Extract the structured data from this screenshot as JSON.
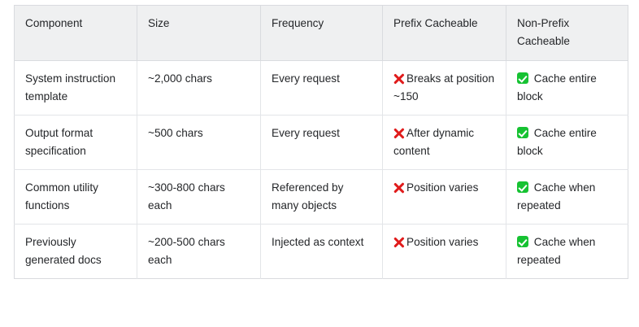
{
  "table": {
    "name": "prompt-caching-component-comparison",
    "columns": [
      "Component",
      "Size",
      "Frequency",
      "Prefix Cacheable",
      "Non-Prefix Cacheable"
    ],
    "rows": [
      {
        "component": "System instruction template",
        "size": "~2,000 chars",
        "frequency": "Every request",
        "prefix_cacheable": {
          "icon": "cross-mark-icon",
          "text": "Breaks at position ~150"
        },
        "non_prefix_cacheable": {
          "icon": "check-mark-button-icon",
          "text": "Cache entire block"
        }
      },
      {
        "component": "Output format specification",
        "size": "~500 chars",
        "frequency": "Every request",
        "prefix_cacheable": {
          "icon": "cross-mark-icon",
          "text": "After dynamic content"
        },
        "non_prefix_cacheable": {
          "icon": "check-mark-button-icon",
          "text": "Cache entire block"
        }
      },
      {
        "component": "Common utility functions",
        "size": "~300-800 chars each",
        "frequency": "Referenced by many objects",
        "prefix_cacheable": {
          "icon": "cross-mark-icon",
          "text": "Position varies"
        },
        "non_prefix_cacheable": {
          "icon": "check-mark-button-icon",
          "text": "Cache when repeated"
        }
      },
      {
        "component": "Previously generated docs",
        "size": "~200-500 chars each",
        "frequency": "Injected as context",
        "prefix_cacheable": {
          "icon": "cross-mark-icon",
          "text": "Position varies"
        },
        "non_prefix_cacheable": {
          "icon": "check-mark-button-icon",
          "text": "Cache when repeated"
        }
      }
    ]
  },
  "colors": {
    "header_background": "#eff0f1",
    "border": "#d9dbdf",
    "text": "#242629",
    "cross_red": "#e01b1b",
    "check_green": "#16c232",
    "page_background": "#ffffff"
  }
}
